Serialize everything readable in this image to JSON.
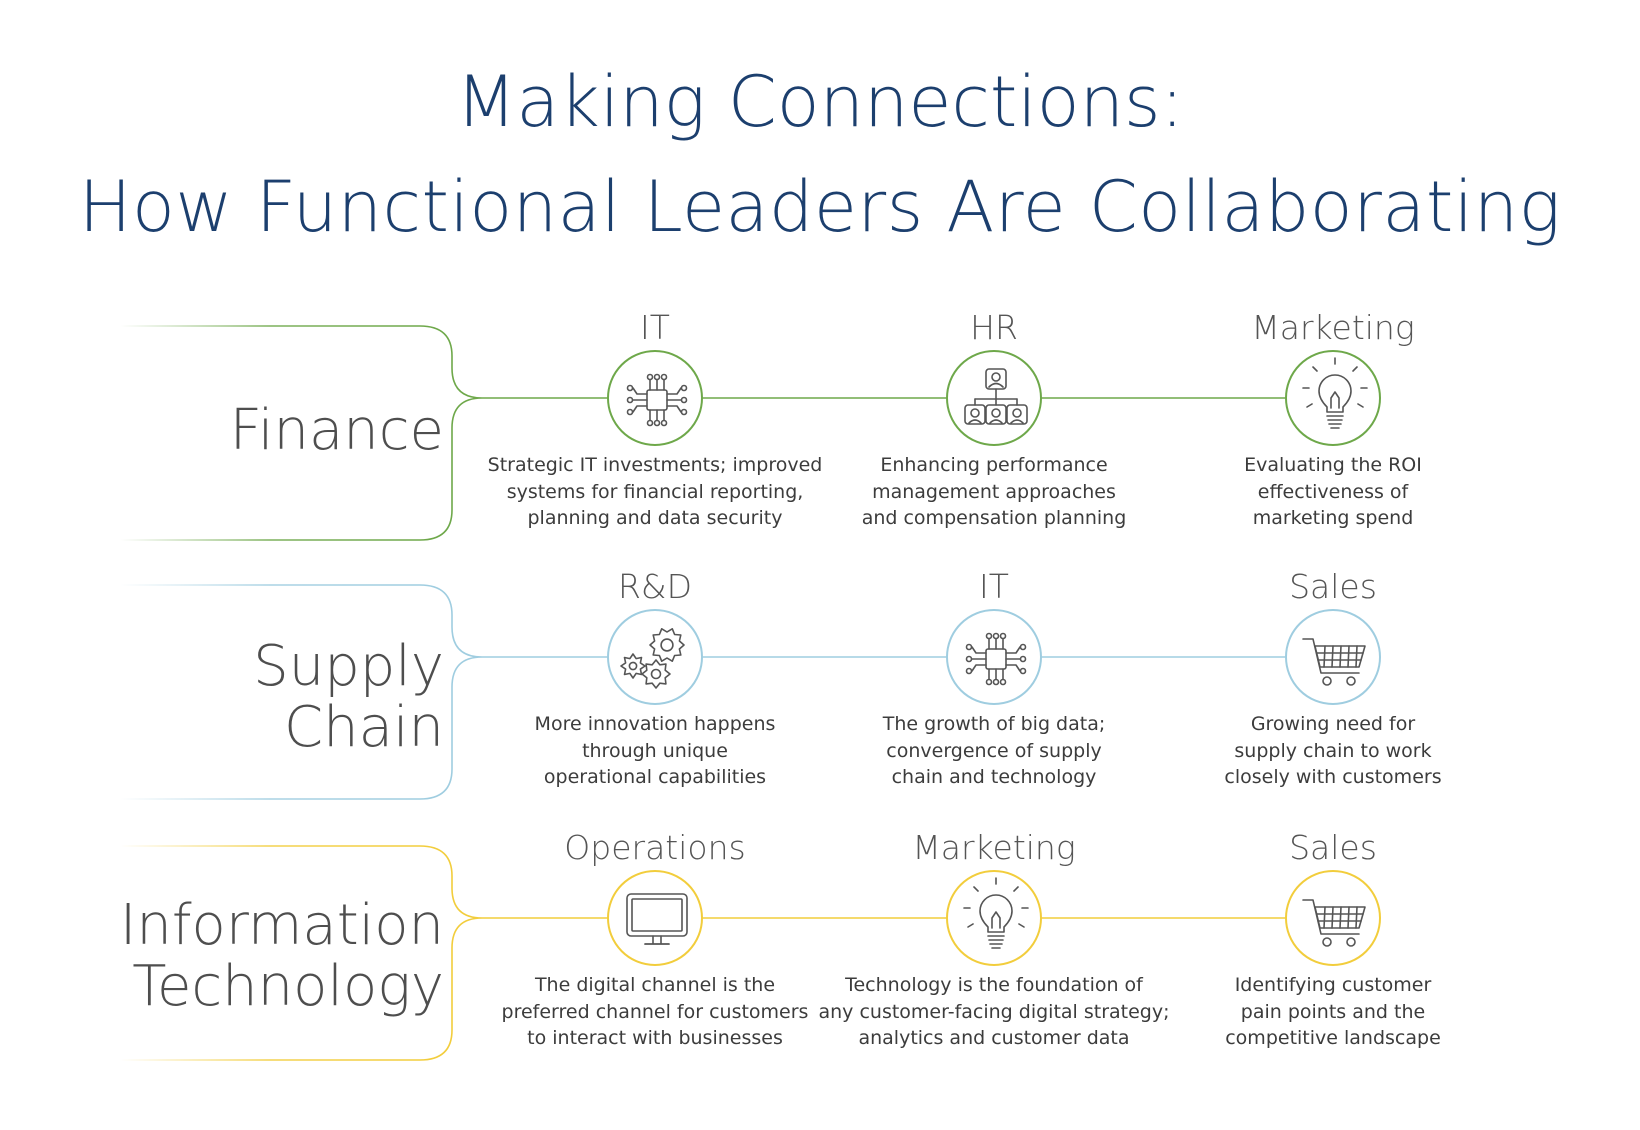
{
  "title": {
    "line1": "Making Connections:",
    "line2": "How Functional Leaders Are Collaborating"
  },
  "colors": {
    "title": "#1c3f6e",
    "finance": "#6ea84a",
    "supply_chain": "#9fcde0",
    "information_technology": "#f2cd3c"
  },
  "rows": [
    {
      "label_lines": [
        "Finance"
      ],
      "color": "#6ea84a",
      "items": [
        {
          "title": "IT",
          "icon": "circuit-chip-icon",
          "desc_lines": [
            "Strategic IT investments; improved",
            "systems for financial reporting,",
            "planning and data security"
          ]
        },
        {
          "title": "HR",
          "icon": "org-chart-icon",
          "desc_lines": [
            "Enhancing performance",
            "management approaches",
            "and compensation planning"
          ]
        },
        {
          "title": "Marketing",
          "icon": "lightbulb-icon",
          "desc_lines": [
            "Evaluating the ROI",
            "effectiveness of",
            "marketing spend"
          ]
        }
      ]
    },
    {
      "label_lines": [
        "Supply",
        "Chain"
      ],
      "color": "#9fcde0",
      "items": [
        {
          "title": "R&D",
          "icon": "gears-icon",
          "desc_lines": [
            "More innovation happens",
            "through unique",
            "operational capabilities"
          ]
        },
        {
          "title": "IT",
          "icon": "circuit-chip-icon",
          "desc_lines": [
            "The growth of big data;",
            "convergence of supply",
            "chain and technology"
          ]
        },
        {
          "title": "Sales",
          "icon": "shopping-cart-icon",
          "desc_lines": [
            "Growing need for",
            "supply chain to work",
            "closely with customers"
          ]
        }
      ]
    },
    {
      "label_lines": [
        "Information",
        "Technology"
      ],
      "color": "#f2cd3c",
      "items": [
        {
          "title": "Operations",
          "icon": "monitor-icon",
          "desc_lines": [
            "The digital channel is the",
            "preferred channel for customers",
            "to interact with businesses"
          ]
        },
        {
          "title": "Marketing",
          "icon": "lightbulb-icon",
          "desc_lines": [
            "Technology is the foundation of",
            "any customer-facing digital strategy;",
            "analytics and customer data"
          ]
        },
        {
          "title": "Sales",
          "icon": "shopping-cart-icon",
          "desc_lines": [
            "Identifying customer",
            "pain points and the",
            "competitive landscape"
          ]
        }
      ]
    }
  ]
}
